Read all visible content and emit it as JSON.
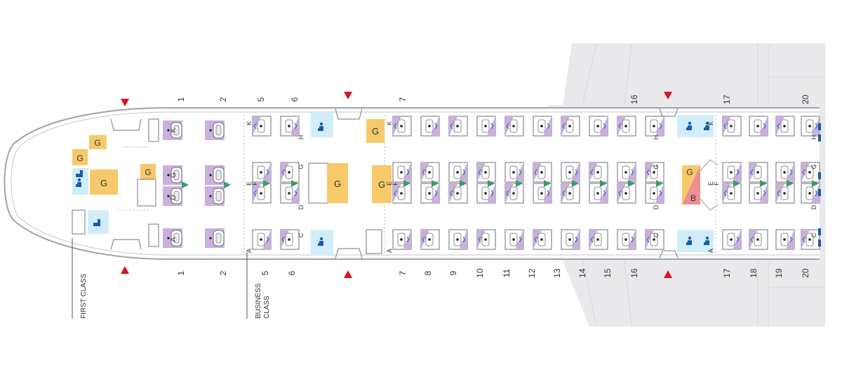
{
  "section_labels": {
    "first": "FIRST CLASS",
    "business_line1": "BUSINESS",
    "business_line2": "CLASS"
  },
  "first_rows": [
    "1",
    "2"
  ],
  "business_rows_a": [
    "5",
    "6"
  ],
  "business_rows_b": [
    "7",
    "8",
    "9",
    "10",
    "11",
    "12",
    "13",
    "14",
    "15",
    "16"
  ],
  "business_rows_c": [
    "17",
    "18",
    "19",
    "20"
  ],
  "top_row_labels": [
    "1",
    "2",
    "5",
    "6",
    "7",
    "16",
    "17",
    "20"
  ],
  "seat_letters": {
    "first": [
      "K",
      "G",
      "D",
      "A"
    ],
    "business_top": [
      "K",
      "H"
    ],
    "business_mid": [
      "G",
      "F",
      "E",
      "D"
    ],
    "business_bottom": [
      "C",
      "A"
    ]
  },
  "galley_label": "G",
  "bar_label": "B",
  "colors": {
    "fuselage": "#9ea3aa",
    "wing": "#e6e6e9",
    "seat_purple": "#c9b0dd",
    "seat_shell": "#ffffff",
    "seat_border": "#6f6f78",
    "galley": "#f6c96a",
    "bar": "#ec8f8f",
    "lavatory": "#cfeefa",
    "lavatory_icon": "#1a5aa6",
    "exit_arrow": "#e0101e",
    "green_arrow": "#3b9a6a",
    "text": "#333333"
  },
  "icons": [
    "exit-arrow-icon",
    "lavatory-icon",
    "bassinet-icon",
    "seat-icon"
  ]
}
